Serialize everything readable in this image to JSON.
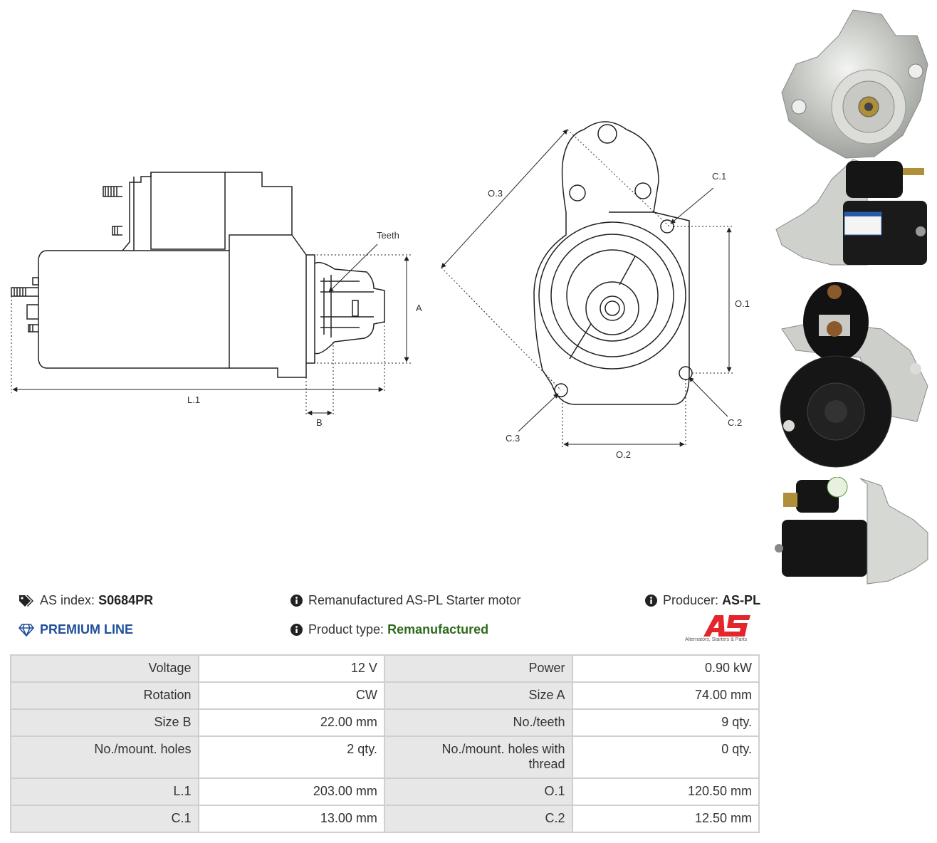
{
  "drawing": {
    "labels": {
      "teeth": "Teeth",
      "a": "A",
      "l1": "L.1",
      "b": "B",
      "o3": "O.3",
      "c1": "C.1",
      "o1": "O.1",
      "c2": "C.2",
      "c3": "C.3",
      "o2": "O.2"
    }
  },
  "info": {
    "as_index_label": "AS index:",
    "as_index_value": "S0684PR",
    "description": "Remanufactured AS-PL Starter motor",
    "producer_label": "Producer:",
    "producer_value": "AS-PL",
    "line": "PREMIUM LINE",
    "product_type_label": "Product type:",
    "product_type_value": "Remanufactured",
    "logo_text": "AS",
    "logo_tagline": "Alternators, Starters & Parts"
  },
  "colors": {
    "premium": "#1f4f9b",
    "remanufactured": "#2e6a1e",
    "brand_red": "#e3262c"
  },
  "specs": [
    {
      "l1": "Voltage",
      "v1": "12 V",
      "l2": "Power",
      "v2": "0.90 kW"
    },
    {
      "l1": "Rotation",
      "v1": "CW",
      "l2": "Size A",
      "v2": "74.00 mm"
    },
    {
      "l1": "Size B",
      "v1": "22.00 mm",
      "l2": "No./teeth",
      "v2": "9 qty."
    },
    {
      "l1": "No./mount. holes",
      "v1": "2 qty.",
      "l2": "No./mount. holes with thread",
      "v2": "0 qty."
    },
    {
      "l1": "L.1",
      "v1": "203.00 mm",
      "l2": "O.1",
      "v2": "120.50 mm"
    },
    {
      "l1": "C.1",
      "v1": "13.00 mm",
      "l2": "C.2",
      "v2": "12.50 mm"
    }
  ]
}
